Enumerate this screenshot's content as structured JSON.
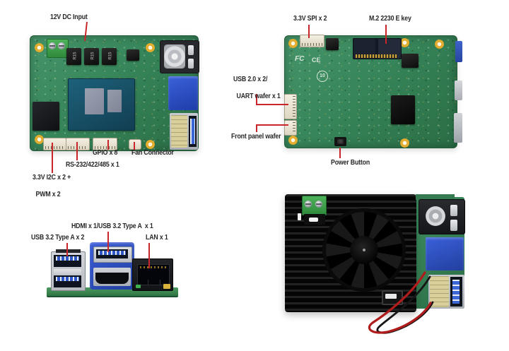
{
  "colors": {
    "callout_red": "#c9252b",
    "pcb_green": "#37855a",
    "label_text": "#29262a",
    "usb_blue": "#2b50c8",
    "heatsink_black": "#0d0d0d"
  },
  "views": {
    "board_top": {
      "labels": {
        "dc_input": "12V DC Input",
        "gpio": "GPIO x 8",
        "fan_connector": "Fan Connector",
        "serial": "RS-232/422/485 x 1",
        "i2c_pwm_line1": "3.3V I2C x 2 +",
        "i2c_pwm_line2": "PWM x 2"
      },
      "markings": {
        "inductor": "R15"
      }
    },
    "board_bottom": {
      "labels": {
        "spi": "3.3V SPI x 2",
        "m2": "M.2 2230 E key",
        "usb_uart_line1": "USB 2.0 x 2/",
        "usb_uart_line2": "UART wafer x 1",
        "front_panel": "Front panel wafer",
        "power_button": "Power Button"
      },
      "markings": {
        "fcc": "FC",
        "ce": "CE",
        "circle_mark": "10"
      }
    },
    "io_panel": {
      "labels": {
        "hdmi_usb": "HDMI x 1/USB 3.2 Type A  x 1",
        "usb32": "USB 3.2 Type A x 2",
        "lan": "LAN x 1"
      }
    }
  }
}
